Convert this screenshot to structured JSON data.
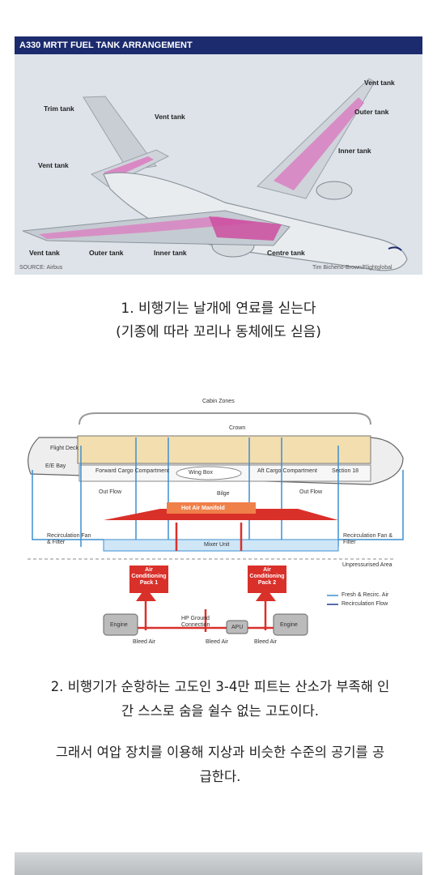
{
  "figure1": {
    "title": "A330 MRTT FUEL TANK ARRANGEMENT",
    "labels": {
      "vent_tank_tr": "Vent tank",
      "outer_tank_r": "Outer tank",
      "inner_tank_r": "Inner tank",
      "trim_tank": "Trim tank",
      "vent_tank_tail": "Vent tank",
      "vent_tank_stab": "Vent tank",
      "vent_tank_bl": "Vent tank",
      "outer_tank_b": "Outer tank",
      "inner_tank_b": "Inner tank",
      "centre_tank": "Centre tank"
    },
    "source": "SOURCE: Airbus",
    "credit": "Tim Bicheno-Brown/Flightglobal"
  },
  "caption1": {
    "line1": "1. 비행기는 날개에 연료를 싣는다",
    "line2": "(기종에 따라 꼬리나 동체에도 싣음)"
  },
  "figure2": {
    "cabin_zones": "Cabin Zones",
    "crown": "Crown",
    "flight_deck": "Flight Deck",
    "ee_bay": "E/E Bay",
    "forward_cargo": "Forward Cargo Compartment",
    "wing_box": "Wing Box",
    "aft_cargo": "Aft Cargo Compartment",
    "section18": "Section 18",
    "out_flow_left": "Out Flow",
    "out_flow_right": "Out Flow",
    "bilge": "Bilge",
    "hot_air_manifold": "Hot Air Manifold",
    "recirc_left": "Recirculation Fan & Filter",
    "recirc_right": "Recirculation Fan & Filter",
    "mixer_unit": "Mixer Unit",
    "unpressurised": "Unpressurised Area",
    "ac_pack1": "Air Conditioning Pack 1",
    "ac_pack2": "Air Conditioning Pack 2",
    "legend_fresh": "Fresh & Recirc. Air",
    "legend_recirc": "Recirculation Flow",
    "hp_ground": "HP Ground Connection",
    "apu": "APU",
    "engine_left": "Engine",
    "engine_right": "Engine",
    "bleed_air_1": "Bleed Air",
    "bleed_air_2": "Bleed Air",
    "bleed_air_3": "Bleed Air",
    "colors": {
      "cabin": "#f3deb0",
      "hot": "#d9302a",
      "cold": "#3d8fd0",
      "pink": "#cc4fa0"
    }
  },
  "caption2": {
    "line1": "2. 비행기가 순항하는 고도인 3-4만 피트는 산소가 부족해 인",
    "line2": "간 스스로 숨을 쉴수 없는 고도이다."
  },
  "caption3": {
    "line1": "그래서 여압 장치를 이용해 지상과 비슷한 수준의 공기를 공",
    "line2": "급한다."
  }
}
